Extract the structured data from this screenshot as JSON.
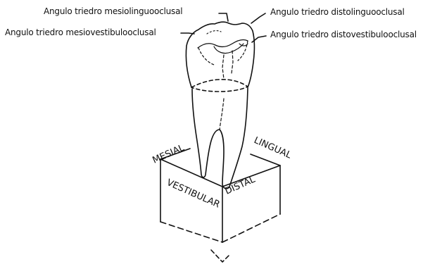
{
  "labels": {
    "mesiolinguoocclusal": "Angulo triedro mesiolinguooclusal",
    "distolinguoocclusal": "Angulo triedro distolinguooclusal",
    "mesiovestibuloocclusal": "Angulo triedro mesiovestibulooclusal",
    "distovestibuloocclusal": "Angulo triedro distovestibulooclusal"
  },
  "faces": {
    "mesial": "MESIAL",
    "lingual": "LINGUAL",
    "vestibular": "VESTIBULAR",
    "distal": "DISTAL"
  },
  "colors": {
    "ink": "#111111",
    "background": "#ffffff"
  }
}
